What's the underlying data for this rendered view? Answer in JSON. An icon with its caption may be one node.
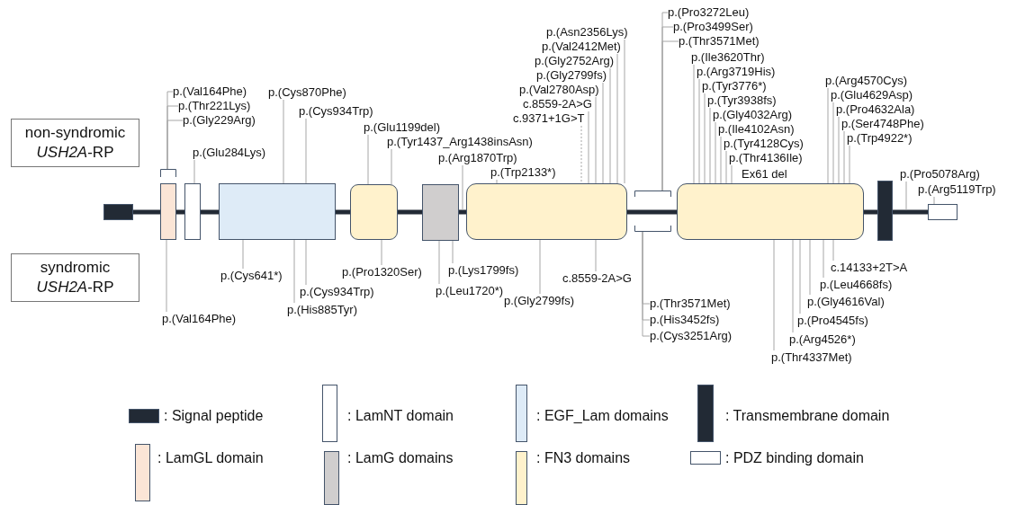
{
  "diagram": {
    "nodes": [
      {
        "text": [
          "non-syndromic *USH2A*-RP"
        ]
      },
      {
        "text": [
          "syndromic *USH2A*-RP"
        ]
      },
      {
        "text": [],
        "shape": "box"
      },
      {
        "text": [],
        "shape": "bracket"
      },
      {
        "text": [],
        "shape": "box"
      },
      {
        "text": [],
        "shape": "box"
      },
      {
        "text": [],
        "shape": "box"
      },
      {
        "text": [],
        "shape": "box"
      },
      {
        "text": [],
        "shape": "box"
      },
      {
        "text": [],
        "shape": "box"
      },
      {
        "text": [],
        "shape": "bracket"
      },
      {
        "text": [],
        "shape": "box"
      },
      {
        "text": [],
        "shape": "box"
      },
      {
        "text": [],
        "shape": "box"
      },
      {
        "text": [
          "p.(Val164Phe)"
        ]
      },
      {
        "text": [
          "p.(Thr221Lys)"
        ]
      },
      {
        "text": [
          "p.(Gly229Arg)"
        ]
      },
      {
        "text": [
          "p.(Glu284Lys)"
        ]
      },
      {
        "text": [
          "p.(Cys870Phe)"
        ]
      },
      {
        "text": [
          "p.(Cys934Trp)"
        ]
      },
      {
        "text": [
          "p.(Glu1199del)"
        ]
      },
      {
        "text": [
          "p.(Tyr1437_Arg1438insAsn)"
        ]
      },
      {
        "text": [
          "p.(Arg1870Trp)"
        ]
      },
      {
        "text": [
          "p.(Trp2133*)"
        ]
      },
      {
        "text": [
          "p.(Asn2356Lys)"
        ]
      },
      {
        "text": [
          "p.(Val2412Met)"
        ]
      },
      {
        "text": [
          "p.(Gly2752Arg)"
        ]
      },
      {
        "text": [
          "p.(Gly2799fs)"
        ]
      },
      {
        "text": [
          "p.(Val2780Asp)"
        ]
      },
      {
        "text": [
          "c.8559-2A>G"
        ]
      },
      {
        "text": [
          "c.9371+1G>T"
        ]
      },
      {
        "text": [
          "p.(Pro3272Leu)"
        ]
      },
      {
        "text": [
          "p.(Pro3499Ser)"
        ]
      },
      {
        "text": [
          "p.(Thr3571Met)"
        ]
      },
      {
        "text": [
          "p.(Ile3620Thr)"
        ]
      },
      {
        "text": [
          "p.(Arg3719His)"
        ]
      },
      {
        "text": [
          "p.(Tyr3776*)"
        ]
      },
      {
        "text": [
          "p.(Tyr3938fs)"
        ]
      },
      {
        "text": [
          "p.(Gly4032Arg)"
        ]
      },
      {
        "text": [
          "p.(Ile4102Asn)"
        ]
      },
      {
        "text": [
          "p.(Tyr4128Cys)"
        ]
      },
      {
        "text": [
          "p.(Thr4136Ile)"
        ]
      },
      {
        "text": [
          "p.(Arg4570Cys)"
        ]
      },
      {
        "text": [
          "p.(Glu4629Asp)"
        ]
      },
      {
        "text": [
          "p.(Pro4632Ala)"
        ]
      },
      {
        "text": [
          "p.(Ser4748Phe)"
        ]
      },
      {
        "text": [
          "p.(Trp4922*)"
        ]
      },
      {
        "text": [
          "p.(Pro5078Arg)"
        ]
      },
      {
        "text": [
          "p.(Arg5119Trp)"
        ]
      },
      {
        "text": [
          "p.(Cys641*)"
        ]
      },
      {
        "text": [
          "p.(Cys934Trp)"
        ]
      },
      {
        "text": [
          "p.(His885Tyr)"
        ]
      },
      {
        "text": [
          "p.(Val164Phe)"
        ]
      },
      {
        "text": [
          "p.(Pro1320Ser)"
        ]
      },
      {
        "text": [
          "p.(Lys1799fs)"
        ]
      },
      {
        "text": [
          "p.(Leu1720*)"
        ]
      },
      {
        "text": [
          "p.(Gly2799fs)"
        ]
      },
      {
        "text": [
          "c.8559-2A>G"
        ]
      },
      {
        "text": [
          "p.(Thr3571Met)"
        ]
      },
      {
        "text": [
          "p.(His3452fs)"
        ]
      },
      {
        "text": [
          "p.(Cys3251Arg)"
        ]
      },
      {
        "text": [
          "c.14133+2T>A"
        ]
      },
      {
        "text": [
          "p.(Leu4668fs)"
        ]
      },
      {
        "text": [
          "p.(Gly4616Val)"
        ]
      },
      {
        "text": [
          "p.(Pro4545fs)"
        ]
      },
      {
        "text": [
          "p.(Arg4526*)"
        ]
      },
      {
        "text": [
          "p.(Thr4337Met)"
        ]
      },
      {
        "text": [],
        "shape": "bar"
      }
    ],
    "edges": [
      {
        "from": 14,
        "to": 3,
        "arrow": "none"
      },
      {
        "from": 15,
        "to": 3,
        "arrow": "none"
      },
      {
        "from": 16,
        "to": 3,
        "arrow": "none"
      },
      {
        "from": 17,
        "to": 5,
        "arrow": "none"
      },
      {
        "from": 18,
        "to": 6,
        "arrow": "none"
      },
      {
        "from": 19,
        "to": 6,
        "arrow": "none"
      },
      {
        "from": 20,
        "to": 7,
        "arrow": "none"
      },
      {
        "from": 21,
        "to": 7,
        "arrow": "none"
      },
      {
        "from": 22,
        "to": 67,
        "arrow": "none"
      },
      {
        "from": 23,
        "to": 9,
        "arrow": "none"
      },
      {
        "from": 24,
        "to": 9,
        "arrow": "none"
      },
      {
        "from": 25,
        "to": 9,
        "arrow": "none"
      },
      {
        "from": 26,
        "to": 9,
        "arrow": "none"
      },
      {
        "from": 27,
        "to": 9,
        "arrow": "none"
      },
      {
        "from": 28,
        "to": 9,
        "arrow": "none"
      },
      {
        "from": 29,
        "to": 9,
        "arrow": "none"
      },
      {
        "from": 30,
        "to": 9,
        "arrow": "none",
        "style": "dashed"
      },
      {
        "from": 31,
        "to": 10,
        "arrow": "none"
      },
      {
        "from": 32,
        "to": 10,
        "arrow": "none"
      },
      {
        "from": 33,
        "to": 10,
        "arrow": "none"
      },
      {
        "from": 34,
        "to": 11,
        "arrow": "none"
      },
      {
        "from": 35,
        "to": 11,
        "arrow": "none"
      },
      {
        "from": 36,
        "to": 11,
        "arrow": "none"
      },
      {
        "from": 37,
        "to": 11,
        "arrow": "none"
      },
      {
        "from": 38,
        "to": 11,
        "arrow": "none"
      },
      {
        "from": 39,
        "to": 11,
        "arrow": "none"
      },
      {
        "from": 40,
        "to": 11,
        "arrow": "none"
      },
      {
        "from": 41,
        "to": 11,
        "arrow": "none"
      },
      {
        "from": 42,
        "to": 11,
        "arrow": "none"
      },
      {
        "from": 43,
        "to": 11,
        "arrow": "none"
      },
      {
        "from": 44,
        "to": 11,
        "arrow": "none"
      },
      {
        "from": 45,
        "to": 11,
        "arrow": "none"
      },
      {
        "from": 46,
        "to": 11,
        "arrow": "none"
      },
      {
        "from": 47,
        "to": 67,
        "arrow": "none"
      },
      {
        "from": 48,
        "to": 13,
        "arrow": "none"
      },
      {
        "from": 49,
        "to": 6,
        "arrow": "none"
      },
      {
        "from": 50,
        "to": 6,
        "arrow": "none"
      },
      {
        "from": 51,
        "to": 6,
        "arrow": "none"
      },
      {
        "from": 52,
        "to": 4,
        "arrow": "none"
      },
      {
        "from": 53,
        "to": 7,
        "arrow": "none"
      },
      {
        "from": 54,
        "to": 8,
        "arrow": "none"
      },
      {
        "from": 55,
        "to": 8,
        "arrow": "none"
      },
      {
        "from": 56,
        "to": 9,
        "arrow": "none"
      },
      {
        "from": 57,
        "to": 9,
        "arrow": "none"
      },
      {
        "from": 58,
        "to": 10,
        "arrow": "none"
      },
      {
        "from": 59,
        "to": 10,
        "arrow": "none"
      },
      {
        "from": 60,
        "to": 10,
        "arrow": "none"
      },
      {
        "from": 61,
        "to": 11,
        "arrow": "none"
      },
      {
        "from": 62,
        "to": 11,
        "arrow": "none"
      },
      {
        "from": 63,
        "to": 11,
        "arrow": "none"
      },
      {
        "from": 64,
        "to": 11,
        "arrow": "none"
      },
      {
        "from": 65,
        "to": 11,
        "arrow": "none"
      },
      {
        "from": 66,
        "to": 11,
        "arrow": "none"
      }
    ],
    "labels": [
      "Ex61 del"
    ],
    "legend": [
      {
        "text": ": Signal peptide",
        "color": "#222a35"
      },
      {
        "text": ": LamNT domain",
        "color": "#ffffff"
      },
      {
        "text": ": EGF_Lam domains",
        "color": "#deebf7"
      },
      {
        "text": ": Transmembrane domain",
        "color": "#222a35"
      },
      {
        "text": ": LamGL domain",
        "color": "#fbe5d6"
      },
      {
        "text": ": LamG domains",
        "color": "#d0cece"
      },
      {
        "text": ": FN3 domains",
        "color": "#fff2cc"
      },
      {
        "text": ": PDZ binding domain",
        "color": "#ffffff"
      }
    ]
  }
}
